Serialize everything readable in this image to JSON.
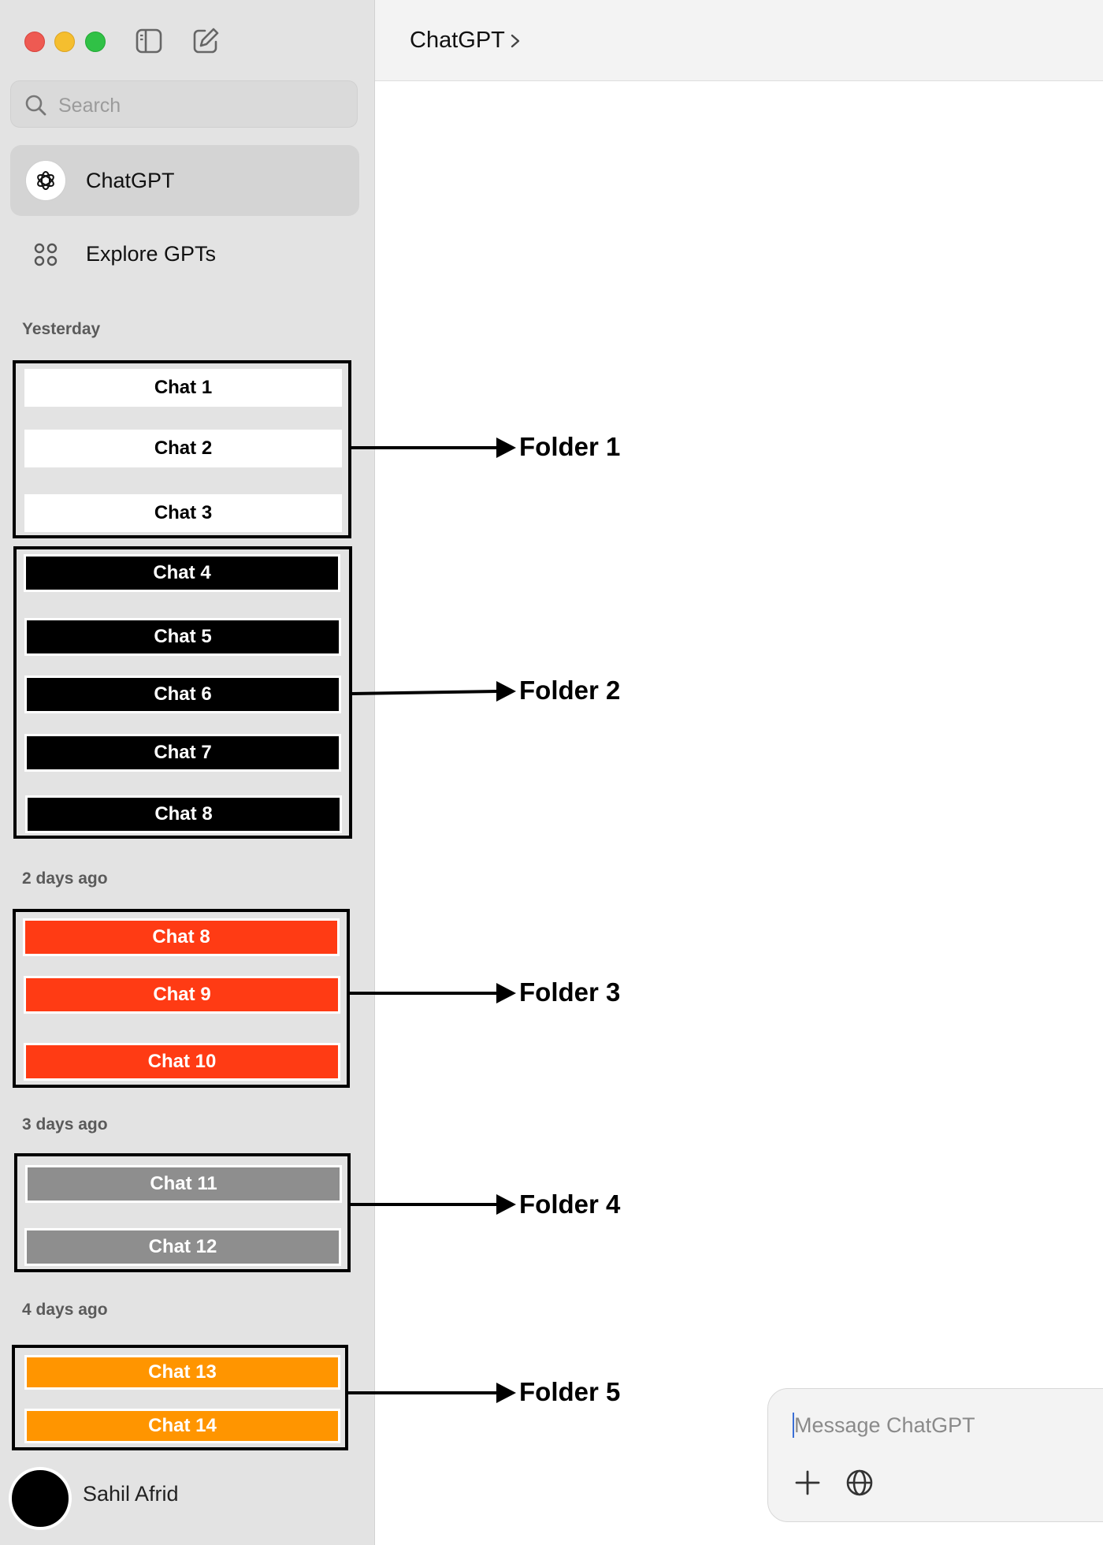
{
  "topbar": {
    "title": "ChatGPT"
  },
  "sidebar": {
    "search": {
      "placeholder": "Search"
    },
    "nav": [
      {
        "label": "ChatGPT",
        "icon": "chatgpt-logo-icon"
      },
      {
        "label": "Explore GPTs",
        "icon": "grid-icon"
      }
    ],
    "sections": [
      {
        "label": "Yesterday"
      },
      {
        "label": "2 days ago"
      },
      {
        "label": "3 days ago"
      },
      {
        "label": "4 days ago"
      }
    ],
    "folders": [
      {
        "label": "Folder 1",
        "color": "#ffffff",
        "chats": [
          "Chat 1",
          "Chat 2",
          "Chat 3"
        ]
      },
      {
        "label": "Folder 2",
        "color": "#000000",
        "chats": [
          "Chat 4",
          "Chat 5",
          "Chat 6",
          "Chat 7",
          "Chat 8"
        ]
      },
      {
        "label": "Folder 3",
        "color": "#ff3b14",
        "chats": [
          "Chat 8",
          "Chat 9",
          "Chat 10"
        ]
      },
      {
        "label": "Folder 4",
        "color": "#8e8e8e",
        "chats": [
          "Chat 11",
          "Chat 12"
        ]
      },
      {
        "label": "Folder 5",
        "color": "#ff9500",
        "chats": [
          "Chat 13",
          "Chat 14"
        ]
      }
    ],
    "user": {
      "name": "Sahil Afrid"
    }
  },
  "composer": {
    "placeholder": "Message ChatGPT"
  },
  "colors": {
    "sidebar_bg": "#e3e3e3",
    "selected_bg": "#d4d4d4",
    "caret": "#3b6fd6"
  }
}
